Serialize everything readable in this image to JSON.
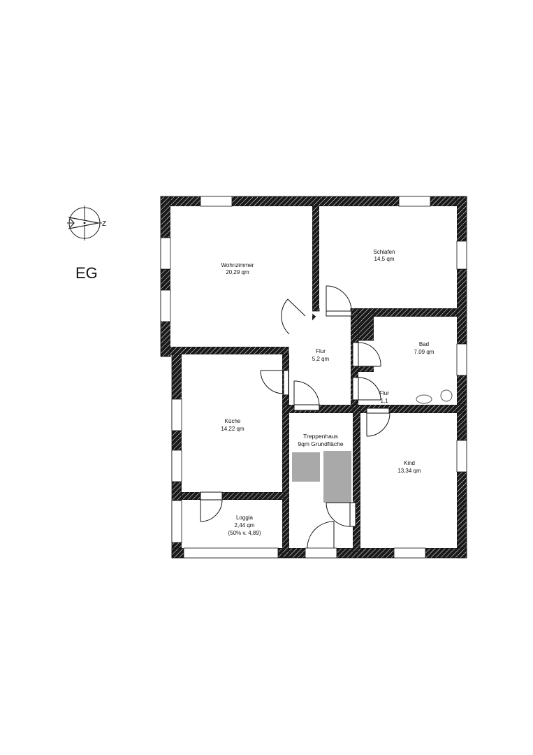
{
  "floor": "EG",
  "compass": {
    "direction_letter": "Z"
  },
  "rooms": [
    {
      "name": "Wohnzimmer",
      "area": "20,29 qm"
    },
    {
      "name": "Schlafen",
      "area": "14,5 qm"
    },
    {
      "name": "Flur",
      "area": "5,2 qm"
    },
    {
      "name": "Bad",
      "area": "7,09 qm"
    },
    {
      "name": "Flur",
      "area": "1,1"
    },
    {
      "name": "Küche",
      "area": "14,22 qm"
    },
    {
      "name": "Treppenhaus",
      "area": "9qm Grundfläche"
    },
    {
      "name": "Kind",
      "area": "13,34 qm"
    },
    {
      "name": "Loggia",
      "area": "2,44 qm",
      "note": "(50% v. 4,89)"
    }
  ],
  "colors": {
    "wall": "#1a1a1a",
    "hatch": "#ffffff",
    "stairs": "#a9a9a9",
    "window": "#ffffff"
  }
}
